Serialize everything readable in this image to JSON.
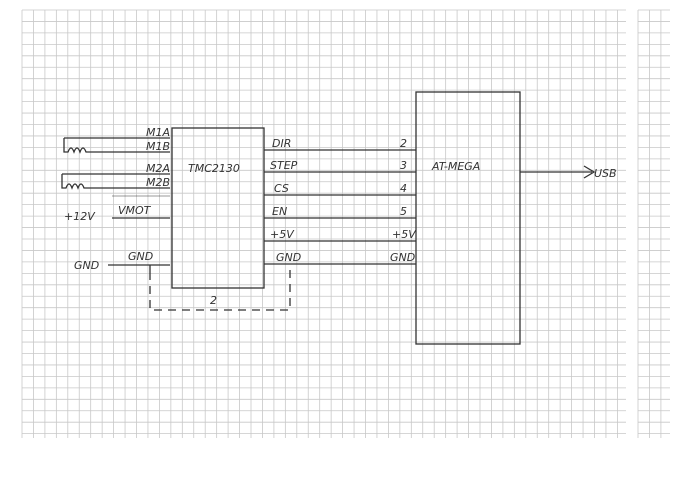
{
  "colors": {
    "ink": "#333333",
    "grid": "#c8c8c8",
    "paper": "#ffffff"
  },
  "motor1": {
    "pin_a": "M1A",
    "pin_b": "M1B"
  },
  "motor2": {
    "pin_a": "M2A",
    "pin_b": "M2B"
  },
  "power": {
    "supply": "+12V",
    "pin": "VMOT"
  },
  "ground": {
    "external": "GND",
    "pin": "GND"
  },
  "driver": {
    "name": "TMC2130",
    "pins": [
      "DIR",
      "STEP",
      "CS",
      "EN",
      "+5V",
      "GND"
    ]
  },
  "mcu": {
    "name": "AT-MEGA",
    "pins": [
      "2",
      "3",
      "4",
      "5",
      "+5V",
      "GND"
    ]
  },
  "usb": "USB",
  "dashed_note": "2"
}
